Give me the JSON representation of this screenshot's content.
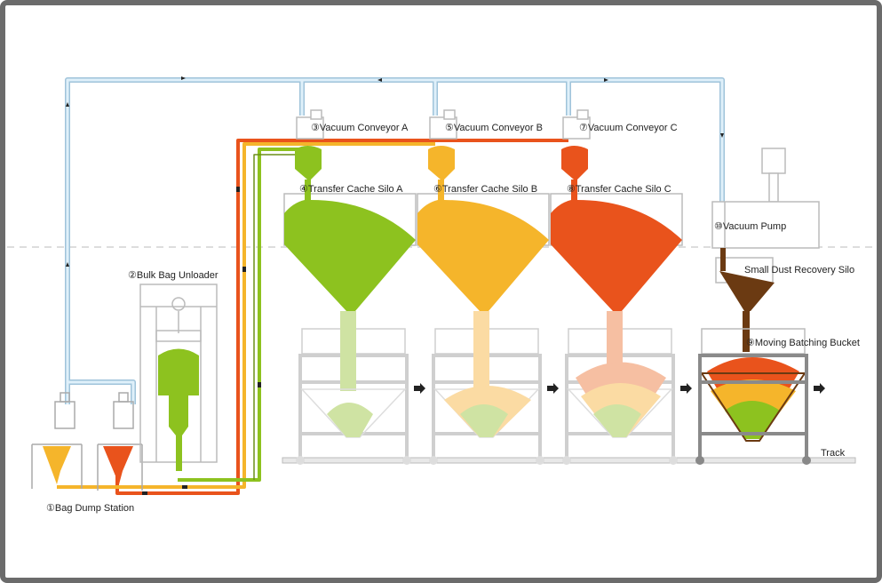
{
  "labels": {
    "vacuum_conveyor_a": "③Vacuum Conveyor A",
    "vacuum_conveyor_b": "⑤Vacuum Conveyor B",
    "vacuum_conveyor_c": "⑦Vacuum Conveyor C",
    "transfer_silo_a": "④Transfer Cache Silo A",
    "transfer_silo_b": "⑥Transfer Cache Silo B",
    "transfer_silo_c": "⑧Transfer Cache Silo C",
    "vacuum_pump": "⑩Vacuum Pump",
    "dust_recovery_silo": "Small Dust Recovery Silo",
    "moving_batching_bucket": "⑨Moving Batching Bucket",
    "bulk_bag_unloader": "②Bulk Bag Unloader",
    "bag_dump_station": "①Bag Dump Station",
    "track": "Track"
  },
  "colors": {
    "material_green": "#8dc21f",
    "material_yellow": "#f5b52b",
    "material_orange": "#e9531c",
    "dust_brown": "#6b3a12",
    "air_line": "#cfe4f1",
    "air_line_edge": "#9fc3da",
    "frame": "#6b6b6b",
    "structure": "#c8c8c8",
    "structure_dark": "#9a9a9a"
  }
}
